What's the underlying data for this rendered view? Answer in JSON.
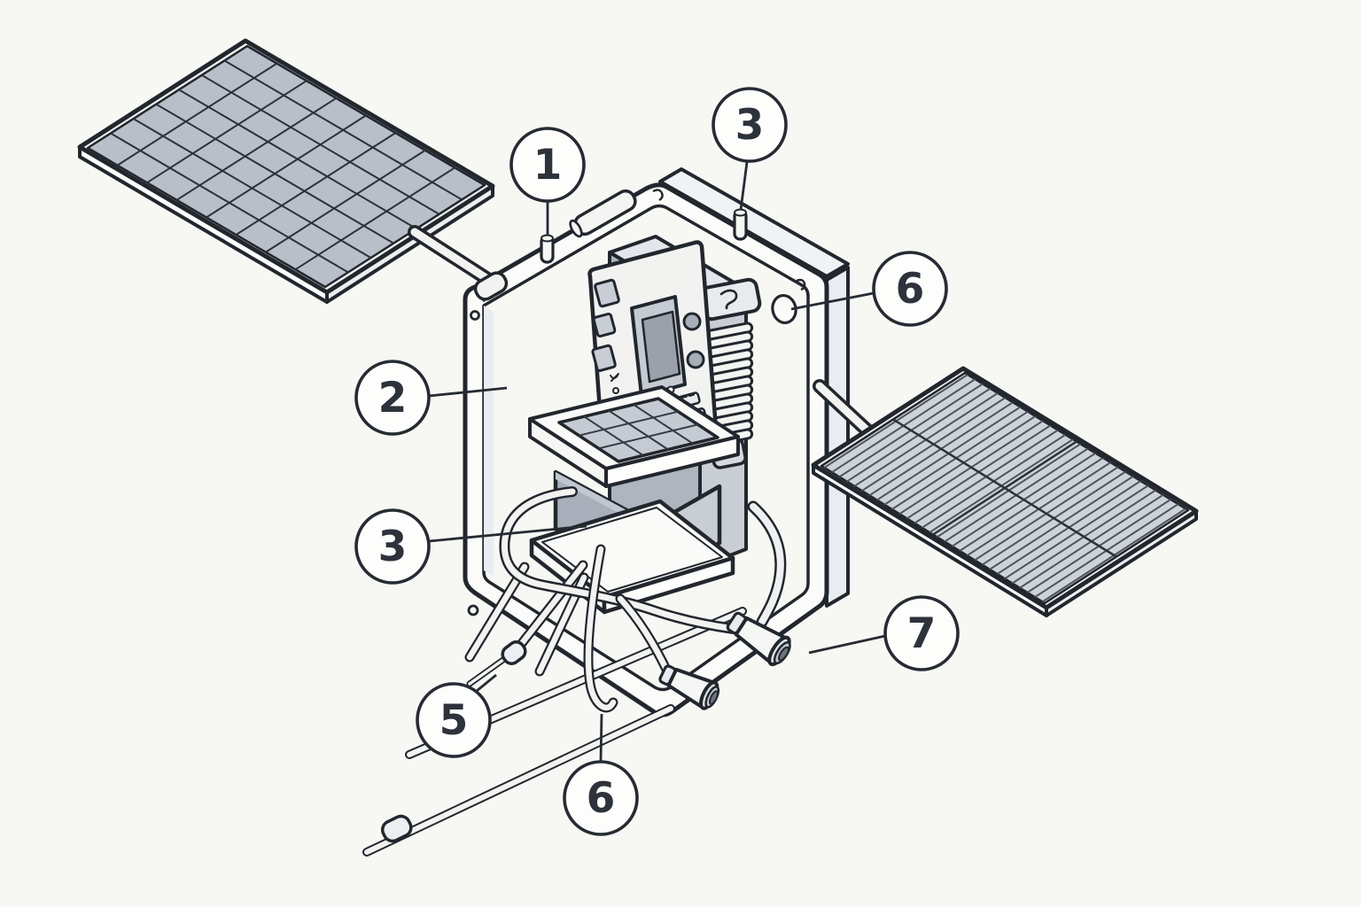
{
  "diagram": {
    "colors": {
      "background": "#f7f7f4",
      "line": "#22272e",
      "panel_cell": "#b9bfc9",
      "panel_frame": "#f5f5f3",
      "stripe_base": "#ced3da",
      "stripe_line": "#4d545e",
      "chassis_face": "#fbfbf9",
      "chassis_depth": "#e9ecf0",
      "module_front": "#aeb5bf",
      "module_side": "#c9ced5",
      "board": "#f2f3f1",
      "screen": "#c6cbd3",
      "battery_front": "#a8afba",
      "battery_side": "#c9ced5",
      "cable": "#f2f3f1"
    },
    "callouts": {
      "c1": {
        "label": "1"
      },
      "c2": {
        "label": "2"
      },
      "c3_top": {
        "label": "3"
      },
      "c3_left": {
        "label": "3"
      },
      "c5": {
        "label": "5"
      },
      "c6_top": {
        "label": "6"
      },
      "c6_bottom": {
        "label": "6"
      },
      "c7": {
        "label": "7"
      }
    }
  }
}
